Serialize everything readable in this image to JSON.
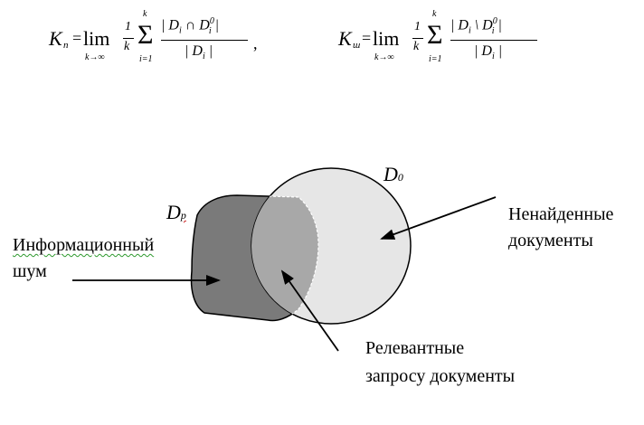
{
  "formulas": {
    "left": {
      "symbol": "K",
      "symbol_sub": "п",
      "lim": "lim",
      "lim_sub": "k→∞",
      "frac_num": "1",
      "frac_den": "k",
      "sum": "Σ",
      "sum_top": "k",
      "sum_bottom": "i=1",
      "numerator": "| D",
      "numerator_i": "i",
      "numerator_op": " ∩ D",
      "numerator_sup": "0",
      "numerator_sub": "i",
      "numerator_end": " |",
      "denominator": "| D",
      "denominator_sub": "i",
      "denominator_end": " |",
      "punct": ","
    },
    "right": {
      "symbol": "K",
      "symbol_sub": "ш",
      "lim": "lim",
      "lim_sub": "k→∞",
      "frac_num": "1",
      "frac_den": "k",
      "sum": "Σ",
      "sum_top": "k",
      "sum_bottom": "i=1",
      "numerator": "| D",
      "numerator_i": "i",
      "numerator_op": " \\ D",
      "numerator_sup": "0",
      "numerator_sub": "i",
      "numerator_end": " |",
      "denominator": "| D",
      "denominator_sub": "i",
      "denominator_end": " |"
    }
  },
  "diagram": {
    "d0_label": "D",
    "d0_sub": "0",
    "dp_label": "D",
    "dp_sub": "p",
    "label_noise_line1": "Информационный",
    "label_noise_line2": "шум",
    "label_missed_line1": "Ненайденные",
    "label_missed_line2": "документы",
    "label_relevant_line1": "Релевантные",
    "label_relevant_line2": "запросу документы",
    "colors": {
      "found_region": "#7a7a7a",
      "overlap_region": "#a8a8a8",
      "circle_fill": "#e6e6e6",
      "stroke": "#000000"
    }
  }
}
